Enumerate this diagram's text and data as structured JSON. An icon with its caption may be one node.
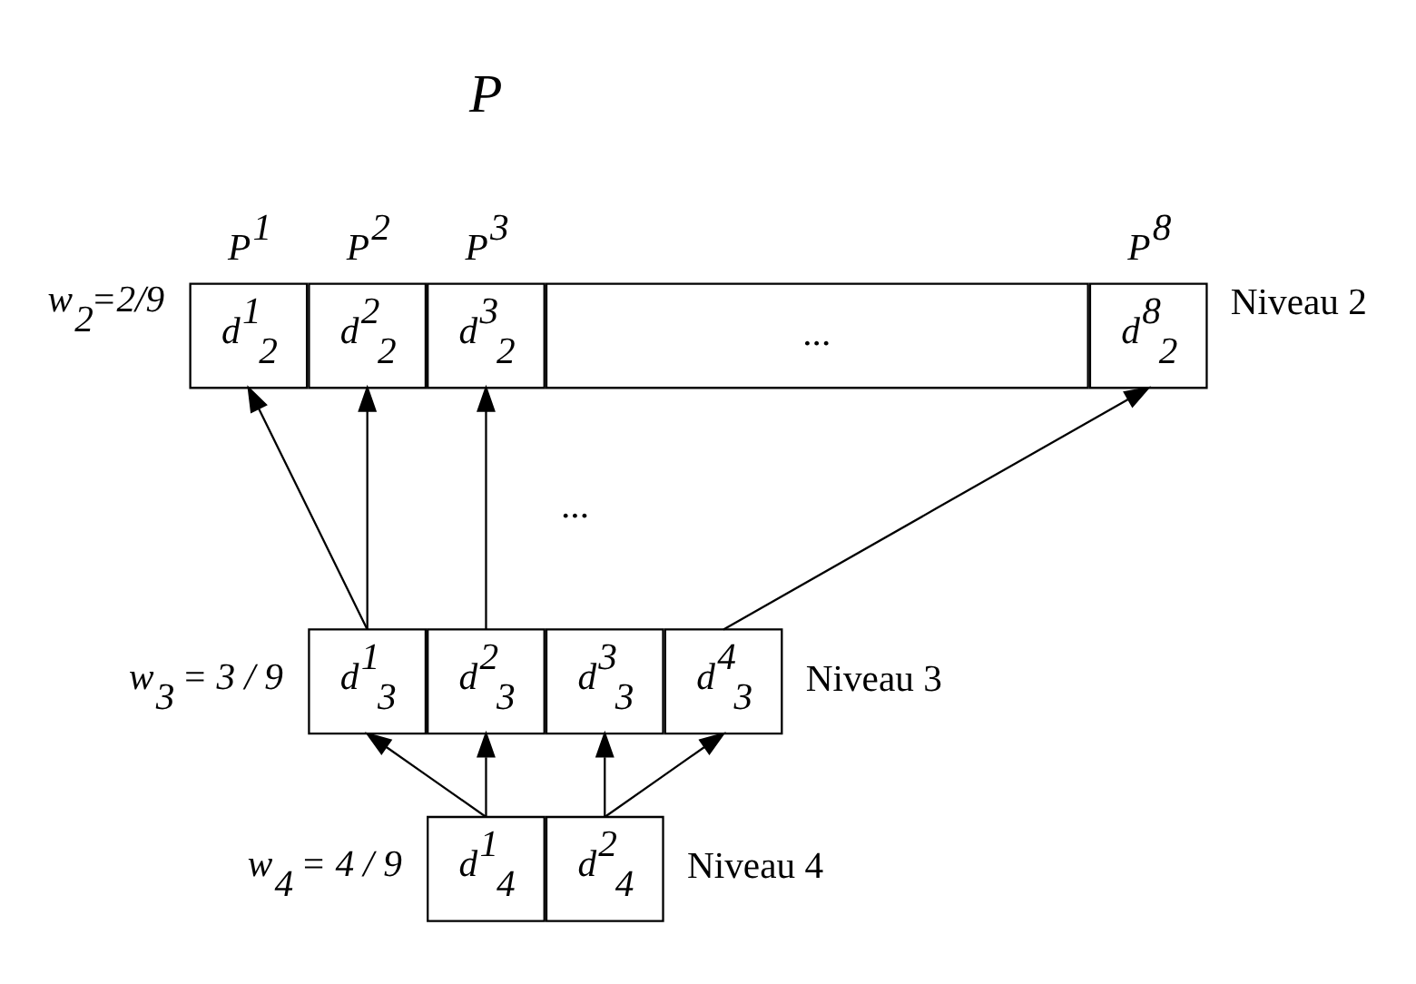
{
  "diagram": {
    "nodes": [
      {
        "text": [
          "d$^{1}$$_{2}$"
        ],
        "beside": [
          "P$^{1}$"
        ]
      },
      {
        "text": [
          "d$^{2}$$_{2}$"
        ],
        "beside": [
          "P$^{2}$"
        ]
      },
      {
        "text": [
          "d$^{3}$$_{2}$"
        ],
        "beside": [
          "P$^{3}$"
        ]
      },
      {
        "text": [
          "..."
        ]
      },
      {
        "text": [
          "d$^{8}$$_{2}$"
        ],
        "beside": [
          "P$^{8}$"
        ]
      },
      {
        "text": [
          "d$^{1}$$_{3}$"
        ]
      },
      {
        "text": [
          "d$^{2}$$_{3}$"
        ]
      },
      {
        "text": [
          "d$^{3}$$_{3}$"
        ]
      },
      {
        "text": [
          "d$^{4}$$_{3}$"
        ]
      },
      {
        "text": [
          "d$^{1}$$_{4}$"
        ]
      },
      {
        "text": [
          "d$^{2}$$_{4}$"
        ]
      }
    ],
    "edges": [
      {
        "from": 5,
        "to": 0,
        "arrow": "to"
      },
      {
        "from": 5,
        "to": 1,
        "arrow": "to"
      },
      {
        "from": 6,
        "to": 2,
        "arrow": "to"
      },
      {
        "from": 8,
        "to": 4,
        "arrow": "to"
      },
      {
        "from": 9,
        "to": 5,
        "arrow": "to"
      },
      {
        "from": 9,
        "to": 6,
        "arrow": "to"
      },
      {
        "from": 10,
        "to": 7,
        "arrow": "to"
      },
      {
        "from": 10,
        "to": 8,
        "arrow": "to"
      }
    ],
    "labels": [
      "P",
      "w$_{2}$=2/9",
      "Niveau 2",
      "...",
      "w$_{3}$ = 3 / 9",
      "Niveau 3",
      "w$_{4}$ = 4 / 9",
      "Niveau 4"
    ]
  }
}
